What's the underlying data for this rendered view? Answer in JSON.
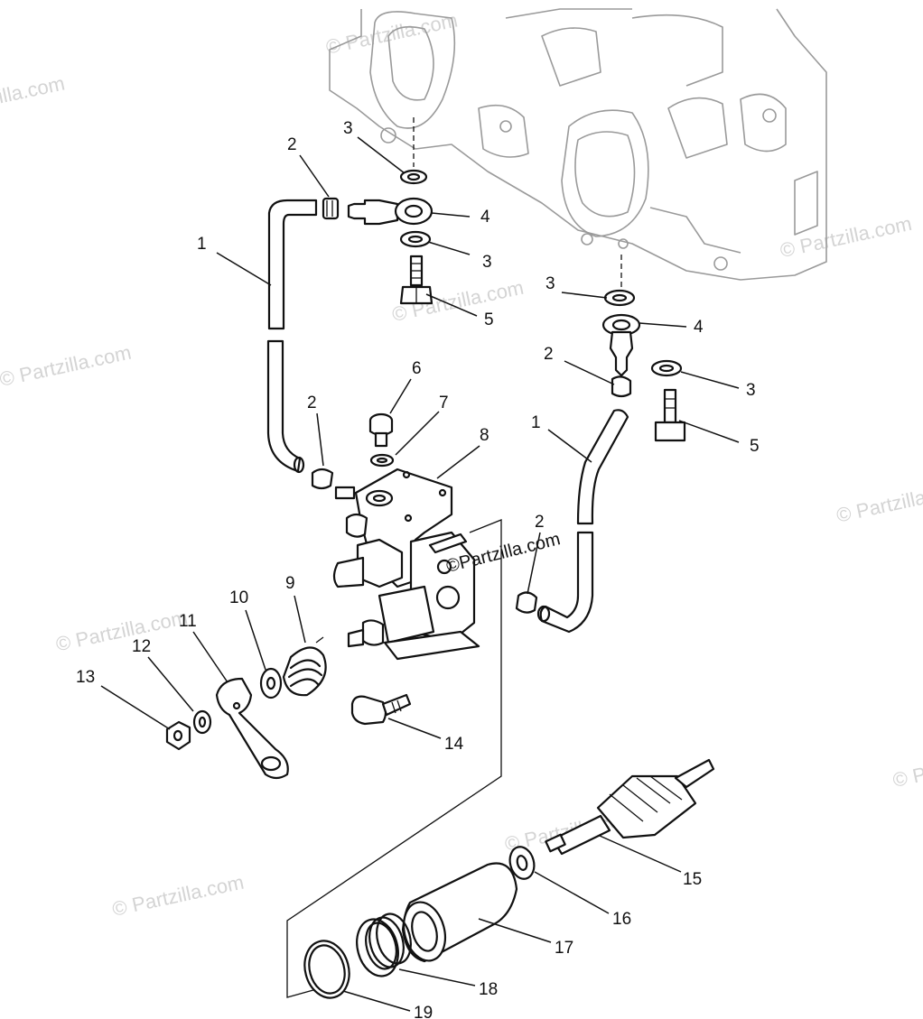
{
  "watermark": {
    "text": "© Partzilla.com",
    "inline_text": "©Partzilla.com",
    "color": "#d4d4d4"
  },
  "callouts": [
    {
      "id": "c1a",
      "label": "1"
    },
    {
      "id": "c1b",
      "label": "1"
    },
    {
      "id": "c2a",
      "label": "2"
    },
    {
      "id": "c2b",
      "label": "2"
    },
    {
      "id": "c2c",
      "label": "2"
    },
    {
      "id": "c2d",
      "label": "2"
    },
    {
      "id": "c3a",
      "label": "3"
    },
    {
      "id": "c3b",
      "label": "3"
    },
    {
      "id": "c3c",
      "label": "3"
    },
    {
      "id": "c3d",
      "label": "3"
    },
    {
      "id": "c4a",
      "label": "4"
    },
    {
      "id": "c4b",
      "label": "4"
    },
    {
      "id": "c5a",
      "label": "5"
    },
    {
      "id": "c5b",
      "label": "5"
    },
    {
      "id": "c6",
      "label": "6"
    },
    {
      "id": "c7",
      "label": "7"
    },
    {
      "id": "c8",
      "label": "8"
    },
    {
      "id": "c9",
      "label": "9"
    },
    {
      "id": "c10",
      "label": "10"
    },
    {
      "id": "c11",
      "label": "11"
    },
    {
      "id": "c12",
      "label": "12"
    },
    {
      "id": "c13",
      "label": "13"
    },
    {
      "id": "c14",
      "label": "14"
    },
    {
      "id": "c15",
      "label": "15"
    },
    {
      "id": "c16",
      "label": "16"
    },
    {
      "id": "c17",
      "label": "17"
    },
    {
      "id": "c18",
      "label": "18"
    },
    {
      "id": "c19",
      "label": "19"
    }
  ]
}
